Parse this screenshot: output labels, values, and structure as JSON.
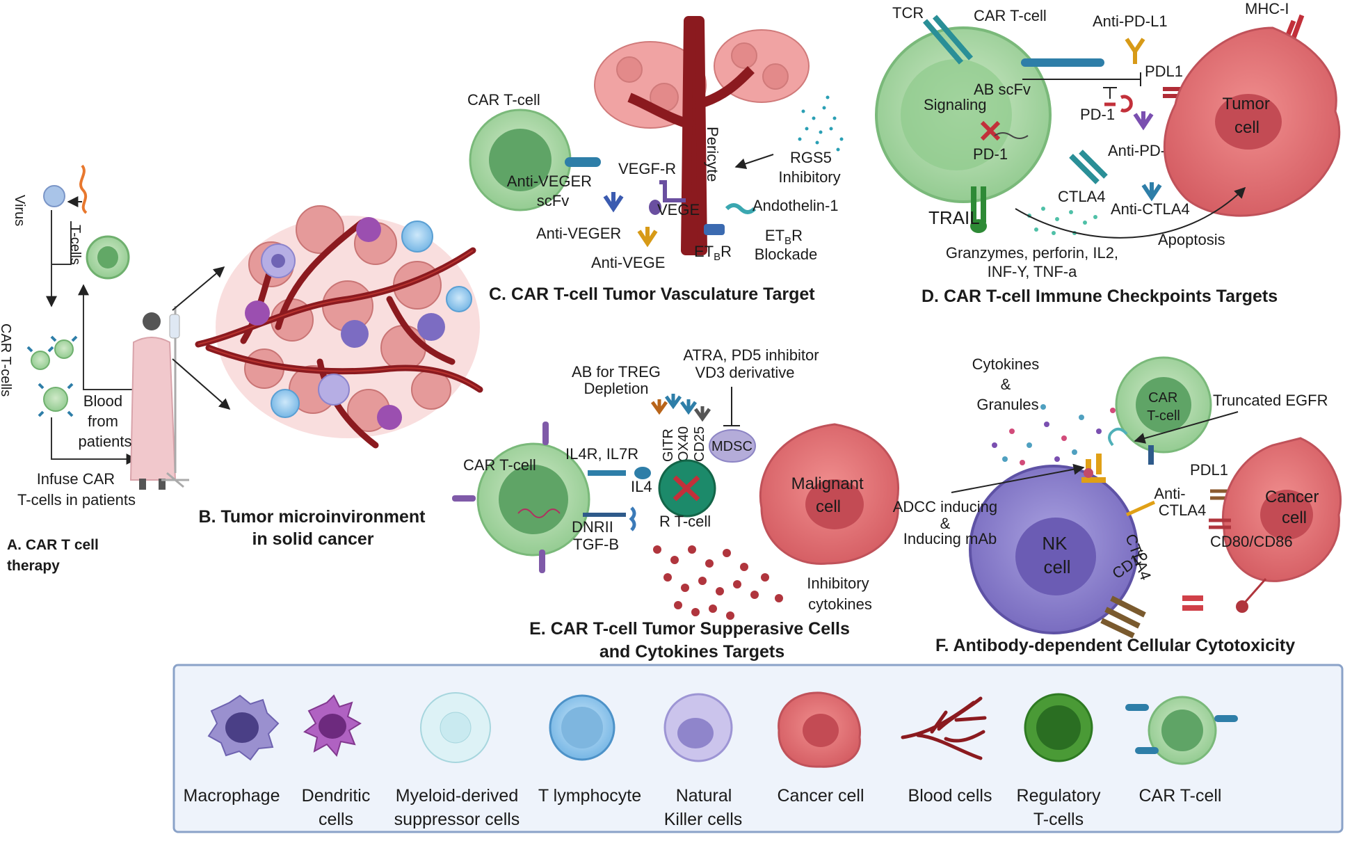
{
  "panel_a": {
    "virus": "Virus",
    "t_cells": "T-cells",
    "car_t_cells": "CAR T-cells",
    "blood_from_patients": [
      "Blood",
      "from",
      "patients"
    ],
    "infuse": [
      "Infuse CAR",
      "T-cells in patients"
    ],
    "title": [
      "A. CAR T cell",
      "therapy"
    ]
  },
  "panel_b": {
    "title": [
      "B. Tumor microinvironment",
      "in solid cancer"
    ]
  },
  "panel_c": {
    "car_t_cell": "CAR T-cell",
    "anti_veger_scfv": [
      "Anti-VEGER",
      "scFv"
    ],
    "vegf_r": "VEGF-R",
    "vege": "VEGE",
    "anti_veger": "Anti-VEGER",
    "anti_vege": "Anti-VEGE",
    "pericyte": "Pericyte",
    "rgs5": [
      "RGS5",
      "Inhibitory"
    ],
    "andothelin": "Andothelin-1",
    "etbr": "ET",
    "etbr_sub": "B",
    "etbr_tail": "R",
    "etbr_blockade": "Blockade",
    "title": "C. CAR T-cell Tumor Vasculature Target"
  },
  "panel_d": {
    "tcr": "TCR",
    "car_t_cell": "CAR T-cell",
    "anti_pd_l1": "Anti-PD-L1",
    "mhc_i": "MHC-I",
    "pdl1": "PDL1",
    "ab_scfv": "AB scFv",
    "signaling": "Signaling",
    "pd_1_receptor": "PD-1",
    "pd_1_inside": "PD-1",
    "anti_pd_1": "Anti-PD-1",
    "tumor_cell": [
      "Tumor",
      "cell"
    ],
    "ctla4": "CTLA4",
    "anti_ctla4": "Anti-CTLA4",
    "trail": "TRAIL",
    "apoptosis": "Apoptosis",
    "granzymes": [
      "Granzymes, perforin, IL2,",
      "INF-Y, TNF-a"
    ],
    "title": "D. CAR T-cell Immune Checkpoints Targets"
  },
  "panel_e": {
    "atra": [
      "ATRA, PD5 inhibitor",
      "VD3 derivative"
    ],
    "ab_treg": [
      "AB for TREG",
      "Depletion"
    ],
    "gitr": "GITR",
    "ox40": "OX40",
    "cd25": "CD25",
    "mdsc": "MDSC",
    "car_t_cell": "CAR T-cell",
    "il4r": "IL4R, IL7R",
    "il4": "IL4",
    "r_t_cell": "R T-cell",
    "dnrii": "DNRII",
    "tgf_b": "TGF-B",
    "malignant_cell": [
      "Malignant",
      "cell"
    ],
    "inhibitory_cytokines": [
      "Inhibitory",
      "cytokines"
    ],
    "title": [
      "E. CAR T-cell Tumor Supperasive Cells",
      "and Cytokines Targets"
    ]
  },
  "panel_f": {
    "cytokines": [
      "Cytokines",
      "&",
      "Granules"
    ],
    "car_t_cell": [
      "CAR",
      "T-cell"
    ],
    "truncated_egfr": "Truncated EGFR",
    "adcc": [
      "ADCC inducing",
      "&",
      "Inducing mAb"
    ],
    "anti_ctla4": [
      "Anti-",
      "CTLA4"
    ],
    "pdl1": "PDL1",
    "cancer_cell": [
      "Cancer",
      "cell"
    ],
    "cd80": "CD80/CD86",
    "nk_cell": [
      "NK",
      "cell"
    ],
    "ctla4": "CTLA4",
    "cd16": "CD16",
    "title": "F. Antibody-dependent Cellular Cytotoxicity"
  },
  "legend": {
    "items": [
      {
        "label": [
          "Macrophage"
        ],
        "icon": "macrophage-icon"
      },
      {
        "label": [
          "Dendritic",
          "cells"
        ],
        "icon": "dendritic-cell-icon"
      },
      {
        "label": [
          "Myeloid-derived",
          "suppressor cells"
        ],
        "icon": "mdsc-icon"
      },
      {
        "label": [
          "T lymphocyte"
        ],
        "icon": "t-lymphocyte-icon"
      },
      {
        "label": [
          "Natural",
          "Killer cells"
        ],
        "icon": "nk-cell-icon"
      },
      {
        "label": [
          "Cancer cell"
        ],
        "icon": "cancer-cell-icon"
      },
      {
        "label": [
          "Blood cells"
        ],
        "icon": "blood-vessel-icon"
      },
      {
        "label": [
          "Regulatory",
          "T-cells"
        ],
        "icon": "regulatory-t-cell-icon"
      },
      {
        "label": [
          "CAR T-cell"
        ],
        "icon": "car-t-cell-icon"
      }
    ]
  },
  "colors": {
    "vessel": "#8b1a1f",
    "tumor": "#d9676b",
    "car_t": "#a9d6a8",
    "nk": "#8b82c9",
    "legend_bg": "#eef3fb",
    "legend_border": "#8aa2c8"
  }
}
